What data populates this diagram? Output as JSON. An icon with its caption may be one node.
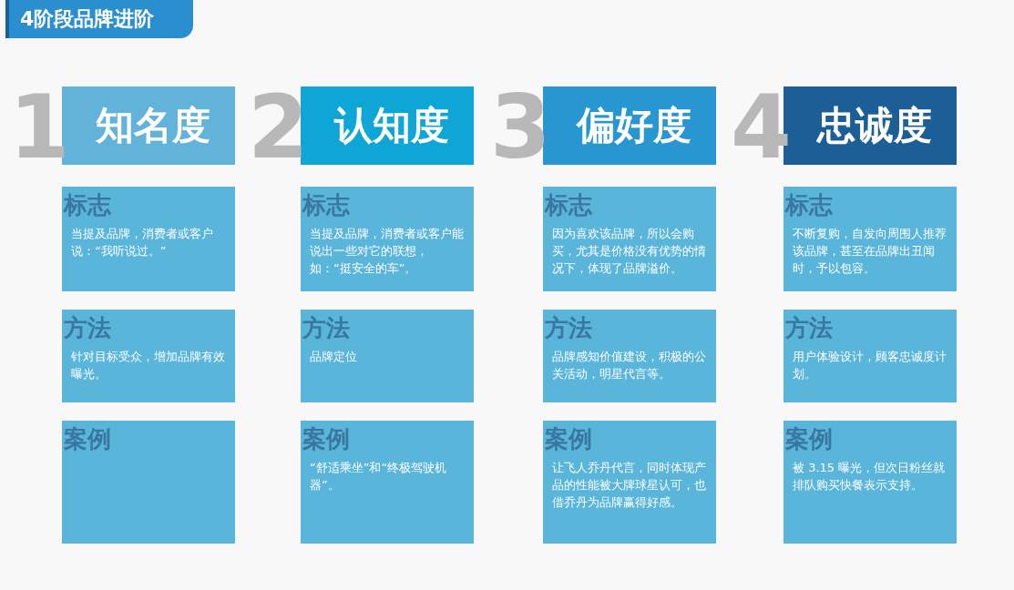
{
  "diagram": {
    "title": "4阶段品牌进阶",
    "nodes": [
      {
        "text": [
          "知名度"
        ],
        "beside": [
          "1"
        ]
      },
      {
        "text": [
          "认知度"
        ],
        "beside": [
          "2"
        ]
      },
      {
        "text": [
          "偏好度"
        ],
        "beside": [
          "3"
        ]
      },
      {
        "text": [
          "忠诚度"
        ],
        "beside": [
          "4"
        ]
      },
      {
        "text": [
          "标志",
          "当提及品牌，消费者或客户说：“我听说过。”"
        ]
      },
      {
        "text": [
          "标志",
          "当提及品牌，消费者或客户能说出一些对它的联想，如：“挺安全的车”。"
        ]
      },
      {
        "text": [
          "标志",
          "因为喜欢该品牌，所以会购买，尤其是价格没有优势的情况下，体现了品牌溢价。"
        ]
      },
      {
        "text": [
          "标志",
          "不断复购，自发向周围人推荐该品牌，甚至在品牌出丑闻时，予以包容。"
        ]
      },
      {
        "text": [
          "方法",
          "针对目标受众，增加品牌有效曝光。"
        ]
      },
      {
        "text": [
          "方法",
          "品牌定位"
        ]
      },
      {
        "text": [
          "方法",
          "品牌感知价值建设，积极的公关活动，明星代言等。"
        ]
      },
      {
        "text": [
          "方法",
          "用户体验设计，顾客忠诚度计划。"
        ]
      },
      {
        "text": [
          "案例"
        ]
      },
      {
        "text": [
          "案例",
          "“舒适乘坐”和“终极驾驶机器”。"
        ]
      },
      {
        "text": [
          "案例",
          "让飞人乔丹代言，同时体现产品的性能被大牌球星认可，也借乔丹为品牌赢得好感。"
        ]
      },
      {
        "text": [
          "案例",
          "被 3.15 曝光，但次日粉丝就排队购买快餐表示支持。"
        ]
      }
    ],
    "edges": []
  }
}
